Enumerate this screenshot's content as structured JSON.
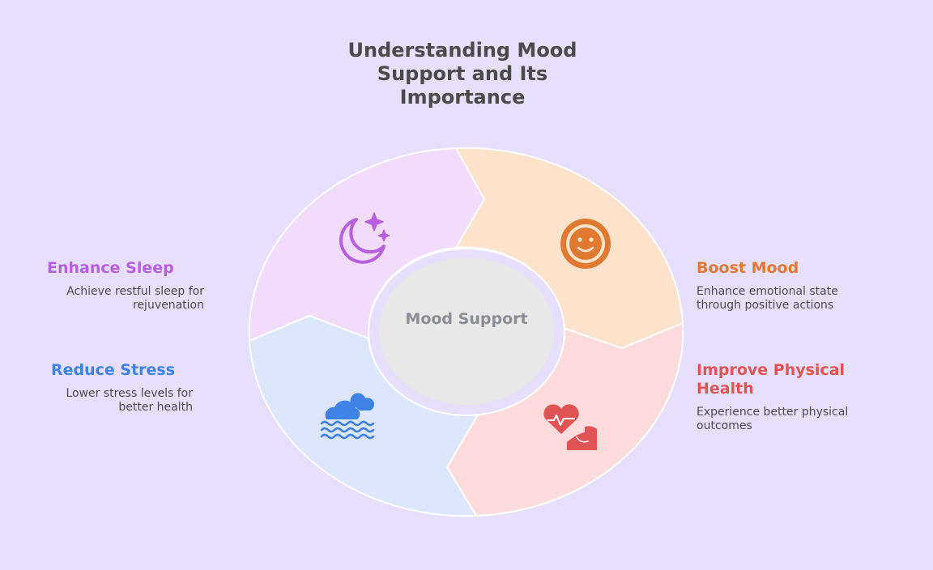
{
  "title_lines": [
    "Understanding Mood",
    "Support and Its",
    "Importance"
  ],
  "center": {
    "label": "Mood Support"
  },
  "segments": [
    {
      "key": "sleep",
      "heading": "Enhance Sleep",
      "description": [
        "Achieve restful sleep for",
        "rejuvenation"
      ],
      "color": "#b85ee0",
      "fill": "#f2dcfb",
      "icon": "moon-stars-icon"
    },
    {
      "key": "mood",
      "heading": "Boost Mood",
      "description": [
        "Enhance emotional state",
        "through positive actions"
      ],
      "color": "#e07a30",
      "fill": "#fde2cc",
      "icon": "smiley-face-icon"
    },
    {
      "key": "health",
      "heading": "Improve Physical Health",
      "description": [
        "Experience better physical",
        "outcomes"
      ],
      "color": "#e05454",
      "fill": "#fddcdb",
      "icon": "heart-pulse-arm-icon"
    },
    {
      "key": "stress",
      "heading": "Reduce Stress",
      "description": [
        "Lower stress levels for",
        "better health"
      ],
      "color": "#3f82e6",
      "fill": "#dce7fd",
      "icon": "cloud-waves-icon"
    }
  ]
}
